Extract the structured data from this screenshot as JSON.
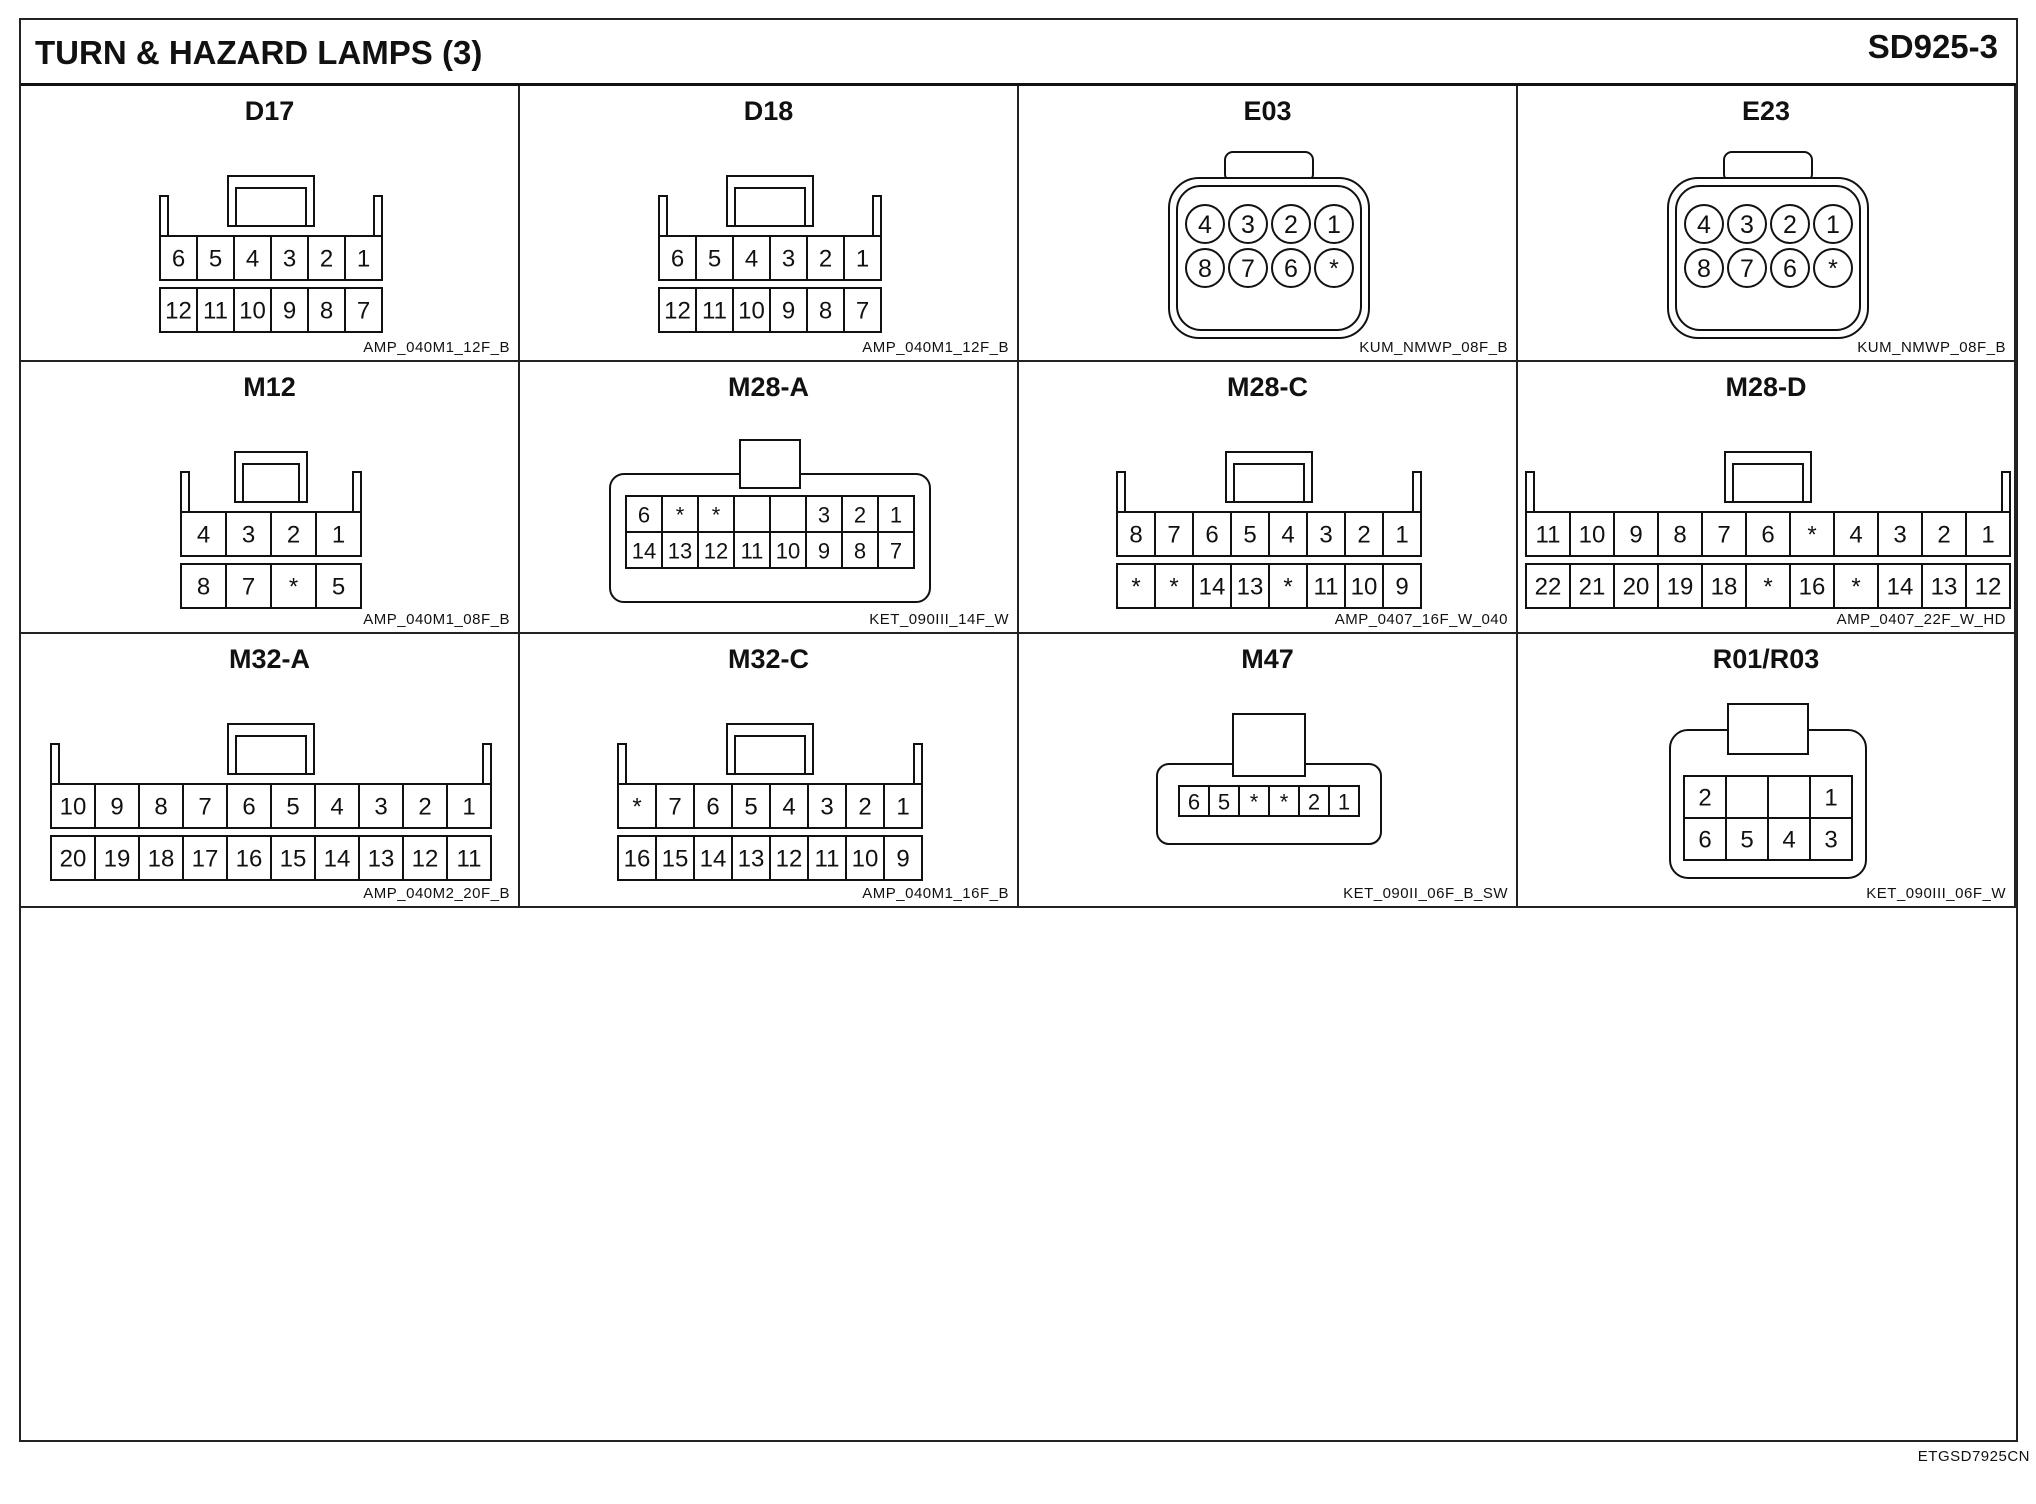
{
  "header": {
    "title": "TURN & HAZARD LAMPS (3)",
    "code": "SD925-3"
  },
  "footer": {
    "doc_id": "ETGSD7925CN"
  },
  "connectors": [
    {
      "name": "D17",
      "part": "AMP_040M1_12F_B",
      "style": "latch",
      "top": [
        "6",
        "5",
        "4",
        "3",
        "2",
        "1"
      ],
      "bottom": [
        "12",
        "11",
        "10",
        "9",
        "8",
        "7"
      ]
    },
    {
      "name": "D18",
      "part": "AMP_040M1_12F_B",
      "style": "latch",
      "top": [
        "6",
        "5",
        "4",
        "3",
        "2",
        "1"
      ],
      "bottom": [
        "12",
        "11",
        "10",
        "9",
        "8",
        "7"
      ]
    },
    {
      "name": "E03",
      "part": "KUM_NMWP_08F_B",
      "style": "round",
      "top": [
        "4",
        "3",
        "2",
        "1"
      ],
      "bottom": [
        "8",
        "7",
        "6",
        "*"
      ]
    },
    {
      "name": "E23",
      "part": "KUM_NMWP_08F_B",
      "style": "round",
      "top": [
        "4",
        "3",
        "2",
        "1"
      ],
      "bottom": [
        "8",
        "7",
        "6",
        "*"
      ]
    },
    {
      "name": "M12",
      "part": "AMP_040M1_08F_B",
      "style": "latch",
      "top": [
        "4",
        "3",
        "2",
        "1"
      ],
      "bottom": [
        "8",
        "7",
        "*",
        "5"
      ]
    },
    {
      "name": "M28-A",
      "part": "KET_090III_14F_W",
      "style": "rounded",
      "top": [
        "6",
        "*",
        "*",
        "",
        "",
        "3",
        "2",
        "1"
      ],
      "bottom": [
        "14",
        "13",
        "12",
        "11",
        "10",
        "9",
        "8",
        "7"
      ]
    },
    {
      "name": "M28-C",
      "part": "AMP_0407_16F_W_040",
      "style": "latch",
      "top": [
        "8",
        "7",
        "6",
        "5",
        "4",
        "3",
        "2",
        "1"
      ],
      "bottom": [
        "*",
        "*",
        "14",
        "13",
        "*",
        "11",
        "10",
        "9"
      ]
    },
    {
      "name": "M28-D",
      "part": "AMP_0407_22F_W_HD",
      "style": "latch",
      "top": [
        "11",
        "10",
        "9",
        "8",
        "7",
        "6",
        "*",
        "4",
        "3",
        "2",
        "1"
      ],
      "bottom": [
        "22",
        "21",
        "20",
        "19",
        "18",
        "*",
        "16",
        "*",
        "14",
        "13",
        "12"
      ]
    },
    {
      "name": "M32-A",
      "part": "AMP_040M2_20F_B",
      "style": "latch",
      "top": [
        "10",
        "9",
        "8",
        "7",
        "6",
        "5",
        "4",
        "3",
        "2",
        "1"
      ],
      "bottom": [
        "20",
        "19",
        "18",
        "17",
        "16",
        "15",
        "14",
        "13",
        "12",
        "11"
      ]
    },
    {
      "name": "M32-C",
      "part": "AMP_040M1_16F_B",
      "style": "latch",
      "top": [
        "*",
        "7",
        "6",
        "5",
        "4",
        "3",
        "2",
        "1"
      ],
      "bottom": [
        "16",
        "15",
        "14",
        "13",
        "12",
        "11",
        "10",
        "9"
      ]
    },
    {
      "name": "M47",
      "part": "KET_090II_06F_B_SW",
      "style": "single",
      "top": [
        "6",
        "5",
        "*",
        "*",
        "2",
        "1"
      ]
    },
    {
      "name": "R01/R03",
      "part": "KET_090III_06F_W",
      "style": "small",
      "top": [
        "2",
        "",
        "",
        "1"
      ],
      "bottom": [
        "6",
        "5",
        "4",
        "3"
      ]
    }
  ]
}
